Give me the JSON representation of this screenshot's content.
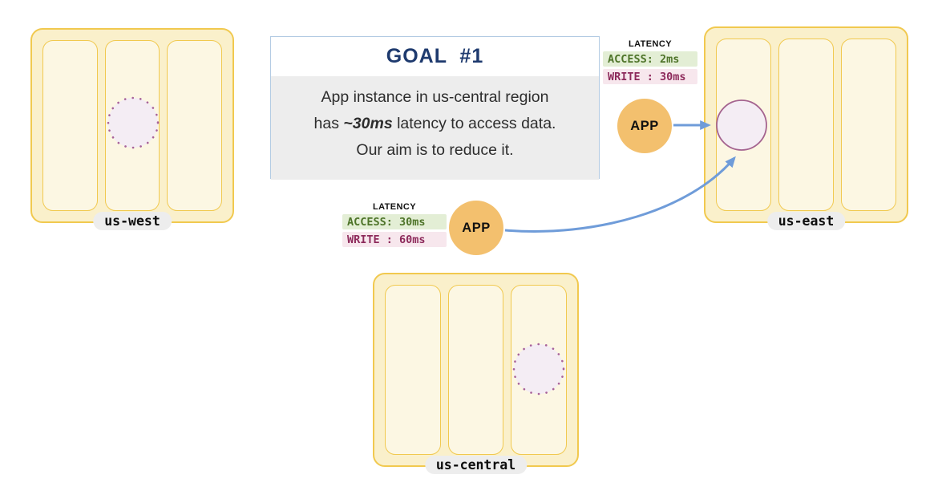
{
  "goal": {
    "title": "GOAL  #1",
    "line1": "App instance in us-central region",
    "line2_prefix": "has ",
    "line2_emphasis": "~30ms",
    "line2_suffix": " latency to access data.",
    "line3": "Our aim is to reduce it."
  },
  "regions": [
    {
      "label": "us-west"
    },
    {
      "label": "us-east"
    },
    {
      "label": "us-central"
    }
  ],
  "app_instances": [
    {
      "label": "APP"
    },
    {
      "label": "APP"
    }
  ],
  "latency_panels": [
    {
      "title": "LATENCY",
      "access": "ACCESS: 2ms",
      "write": "WRITE : 30ms"
    },
    {
      "title": "LATENCY",
      "access": "ACCESS: 30ms",
      "write": "WRITE : 60ms"
    }
  ],
  "colors": {
    "region_fill": "#faf0cb",
    "region_border": "#f1c94f",
    "zone_fill": "#fcf7e3",
    "pill_bg": "#ededed",
    "goal_border": "#b3cbe3",
    "goal_title": "#1e3a6e",
    "goal_body_bg": "#ededed",
    "app_fill": "#f3c06e",
    "arrow": "#6f9cd9",
    "storage_fill": "#f4edf4",
    "storage_dot_stroke": "#a8639a",
    "storage_solid_stroke": "#a4638f",
    "access_badge_bg": "#e3eed5",
    "access_badge_text": "#4e7429",
    "write_badge_bg": "#f7e7ed",
    "write_badge_text": "#8d2a5b"
  }
}
